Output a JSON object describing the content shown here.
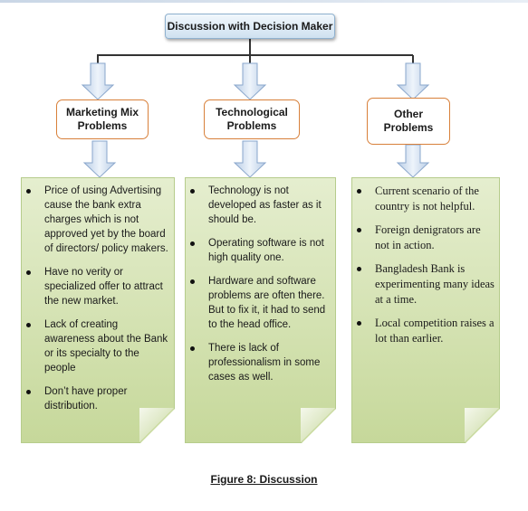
{
  "root": {
    "label": "Discussion with Decision Maker"
  },
  "categories": [
    {
      "label": "Marketing Mix Problems"
    },
    {
      "label": "Technological Problems"
    },
    {
      "label": "Other Problems"
    }
  ],
  "lists": [
    {
      "items": [
        "Price of using Advertising cause the bank extra charges which is not approved yet by the board of directors/ policy makers.",
        "Have no verity or specialized offer to attract the new market.",
        "Lack of creating awareness about the Bank or its specialty to the people",
        "Don’t have proper distribution."
      ]
    },
    {
      "items": [
        "Technology is not developed as faster as it should be.",
        "Operating software is not high quality one.",
        "Hardware and software problems are often there. But to fix it, it had to send to the head office.",
        "There is lack of professionalism in some cases as well."
      ]
    },
    {
      "items": [
        "Current scenario of the country is not helpful.",
        "Foreign denigrators are not in action.",
        "Bangladesh Bank is experimenting many ideas at a time.",
        "Local competition raises a lot than earlier."
      ]
    }
  ],
  "caption": "Figure 8: Discussion",
  "colors": {
    "box_border": "#d8803a",
    "note_fill": "#d3e2b1",
    "arrow_fill": "#dbe7f5",
    "root_fill": "#cfe1f0"
  }
}
